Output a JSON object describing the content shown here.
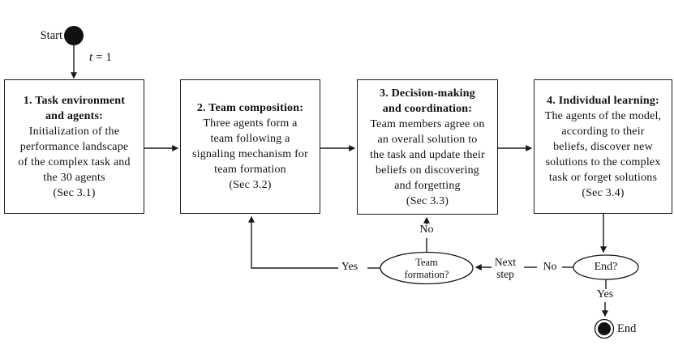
{
  "diagram": {
    "start": {
      "label": "Start",
      "t_var": "t",
      "t_eq": "= 1"
    },
    "boxes": [
      {
        "title": "1. Task environment\nand agents:",
        "body": "Initialization of the\nperformance landscape\nof the complex task and\nthe 30 agents\n(Sec 3.1)"
      },
      {
        "title": "2. Team composition:",
        "body": "Three agents form a\nteam following a\nsignaling mechanism for\nteam formation\n(Sec 3.2)"
      },
      {
        "title": "3. Decision-making\nand coordination:",
        "body": "Team members agree on\nan overall solution to\nthe task and update their\nbeliefs on discovering\nand forgetting\n(Sec 3.3)"
      },
      {
        "title": "4. Individual learning:",
        "body": "The agents of the model,\naccording to their\nbeliefs, discover new\nsolutions to the complex\ntask or forget solutions\n(Sec 3.4)"
      }
    ],
    "decisions": {
      "team_formation": "Team\nformation?",
      "end_question": "End?"
    },
    "edge_labels": {
      "no_to_decision": "No",
      "yes_to_team_composition": "Yes",
      "next_step": "Next\nstep",
      "no_from_end": "No",
      "yes_to_end": "Yes"
    },
    "end_label": "End",
    "colors": {
      "line": "#1a1a1a",
      "background": "#ffffff",
      "box_fill": "#ffffff"
    }
  }
}
